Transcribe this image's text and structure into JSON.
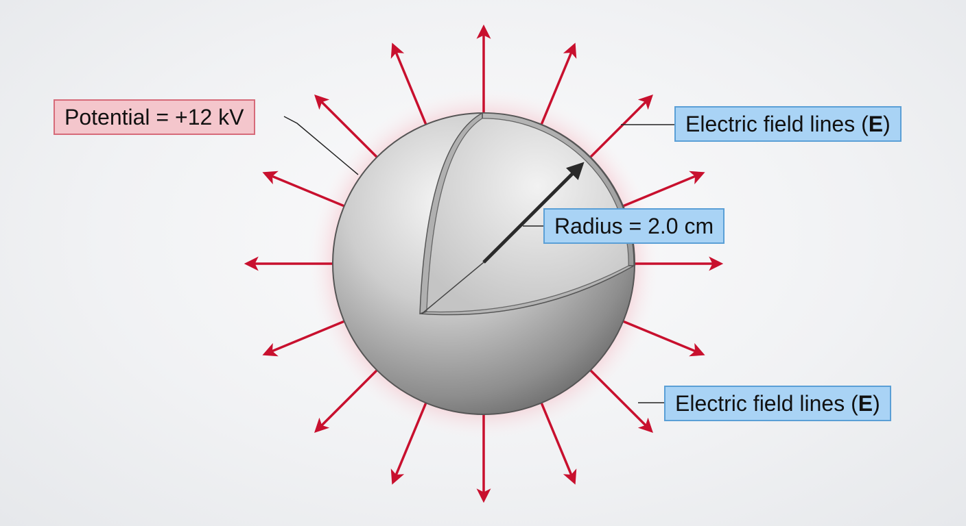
{
  "labels": {
    "potential": "Potential = +12 kV",
    "radius": "Radius = 2.0 cm",
    "field_top": {
      "prefix": "Electric field lines (",
      "symbol": "E",
      "suffix": ")"
    },
    "field_bottom": {
      "prefix": "Electric field lines (",
      "symbol": "E",
      "suffix": ")"
    }
  },
  "colors": {
    "field_arrow": "#c8102e",
    "glow": "#f06074",
    "potential_box": "#f4c6cc",
    "field_box": "#a9d3f5",
    "sphere": "#c4c4c4"
  }
}
